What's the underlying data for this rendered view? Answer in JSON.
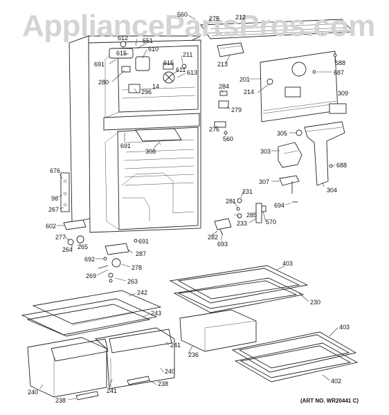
{
  "watermark": "AppliancePartsPros.com",
  "art_number": "(ART NO. WR20441 C)",
  "part_labels": [
    {
      "id": "lbl-560a",
      "text": "560"
    },
    {
      "id": "lbl-275",
      "text": "275"
    },
    {
      "id": "lbl-212",
      "text": "212"
    },
    {
      "id": "lbl-612",
      "text": "612"
    },
    {
      "id": "lbl-551",
      "text": "551"
    },
    {
      "id": "lbl-610",
      "text": "610"
    },
    {
      "id": "lbl-615a",
      "text": "615"
    },
    {
      "id": "lbl-615b",
      "text": "615"
    },
    {
      "id": "lbl-691a",
      "text": "691"
    },
    {
      "id": "lbl-211",
      "text": "211"
    },
    {
      "id": "lbl-611",
      "text": "611"
    },
    {
      "id": "lbl-613",
      "text": "613"
    },
    {
      "id": "lbl-14",
      "text": "14"
    },
    {
      "id": "lbl-280",
      "text": "280"
    },
    {
      "id": "lbl-296",
      "text": "296"
    },
    {
      "id": "lbl-213",
      "text": "213"
    },
    {
      "id": "lbl-688a",
      "text": "688"
    },
    {
      "id": "lbl-201",
      "text": "201"
    },
    {
      "id": "lbl-687",
      "text": "687"
    },
    {
      "id": "lbl-214",
      "text": "214"
    },
    {
      "id": "lbl-284",
      "text": "284"
    },
    {
      "id": "lbl-279",
      "text": "279"
    },
    {
      "id": "lbl-309",
      "text": "309"
    },
    {
      "id": "lbl-276",
      "text": "276"
    },
    {
      "id": "lbl-560b",
      "text": "560"
    },
    {
      "id": "lbl-305",
      "text": "305"
    },
    {
      "id": "lbl-691b",
      "text": "691"
    },
    {
      "id": "lbl-308",
      "text": "308"
    },
    {
      "id": "lbl-303",
      "text": "303"
    },
    {
      "id": "lbl-688b",
      "text": "688"
    },
    {
      "id": "lbl-676",
      "text": "676"
    },
    {
      "id": "lbl-96",
      "text": "96"
    },
    {
      "id": "lbl-267",
      "text": "267"
    },
    {
      "id": "lbl-307",
      "text": "307"
    },
    {
      "id": "lbl-304",
      "text": "304"
    },
    {
      "id": "lbl-231",
      "text": "231"
    },
    {
      "id": "lbl-281",
      "text": "281"
    },
    {
      "id": "lbl-285",
      "text": "285"
    },
    {
      "id": "lbl-694",
      "text": "694"
    },
    {
      "id": "lbl-602",
      "text": "602"
    },
    {
      "id": "lbl-233",
      "text": "233"
    },
    {
      "id": "lbl-570",
      "text": "570"
    },
    {
      "id": "lbl-277",
      "text": "277"
    },
    {
      "id": "lbl-282",
      "text": "282"
    },
    {
      "id": "lbl-265",
      "text": "265"
    },
    {
      "id": "lbl-264",
      "text": "264"
    },
    {
      "id": "lbl-691c",
      "text": "691"
    },
    {
      "id": "lbl-693",
      "text": "693"
    },
    {
      "id": "lbl-287",
      "text": "287"
    },
    {
      "id": "lbl-692",
      "text": "692"
    },
    {
      "id": "lbl-278",
      "text": "278"
    },
    {
      "id": "lbl-403a",
      "text": "403"
    },
    {
      "id": "lbl-269",
      "text": "269"
    },
    {
      "id": "lbl-263",
      "text": "263"
    },
    {
      "id": "lbl-230",
      "text": "230"
    },
    {
      "id": "lbl-242",
      "text": "242"
    },
    {
      "id": "lbl-243",
      "text": "243"
    },
    {
      "id": "lbl-403b",
      "text": "403"
    },
    {
      "id": "lbl-241a",
      "text": "241"
    },
    {
      "id": "lbl-236",
      "text": "236"
    },
    {
      "id": "lbl-240a",
      "text": "240"
    },
    {
      "id": "lbl-402",
      "text": "402"
    },
    {
      "id": "lbl-240b",
      "text": "240"
    },
    {
      "id": "lbl-238a",
      "text": "238"
    },
    {
      "id": "lbl-241b",
      "text": "241"
    },
    {
      "id": "lbl-238b",
      "text": "238"
    }
  ]
}
